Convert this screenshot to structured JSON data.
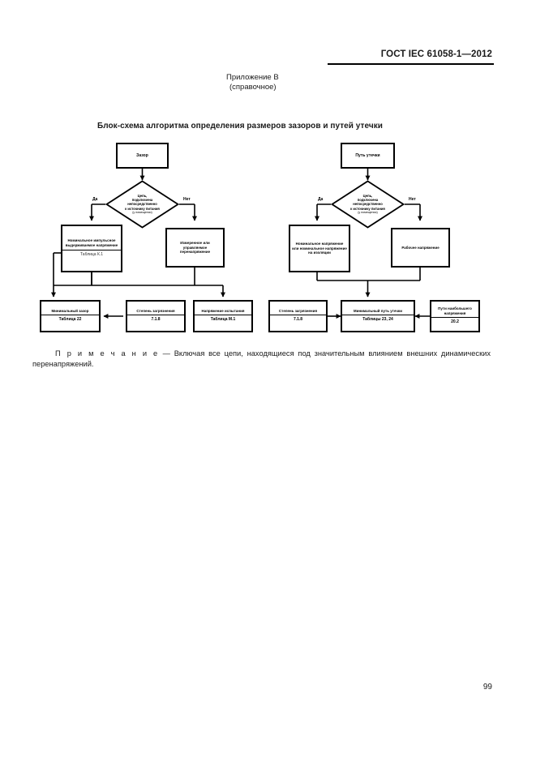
{
  "document": {
    "header_standard": "ГОСТ IEC 61058-1—2012",
    "annex_title": "Приложение В",
    "annex_subtitle": "(справочное)",
    "page_number": "99"
  },
  "chart": {
    "title": "Блок-схема алгоритма определения размеров зазоров и путей утечки",
    "branches": {
      "yes": "Да",
      "no": "Нет"
    },
    "left": {
      "start": "Зазор",
      "decision": {
        "line1": "Цепь,",
        "line2": "подключена",
        "line3": "непосредственно",
        "line4": "к источнику питания",
        "line5": "(у помещении)"
      },
      "yes_node": {
        "caption": "Номинальное импульсное выдерживаемое напряжение",
        "ref": "Таблица К.1"
      },
      "no_node": {
        "caption": "Измеренное или управляемое перенапряжение",
        "ref": ""
      },
      "result": {
        "caption": "Минимальный зазор",
        "ref": "Таблица 22"
      },
      "pollution": {
        "caption": "Степень загрязнения",
        "ref": "7.1.8"
      },
      "test": {
        "caption": "Напряжение испытания",
        "ref": "Таблица М.1"
      }
    },
    "right": {
      "start": "Путь утечки",
      "decision": {
        "line1": "Цепь,",
        "line2": "подключена",
        "line3": "непосредственно",
        "line4": "к источнику питания",
        "line5": "(у помещении)"
      },
      "yes_node": {
        "caption": "Номинальное напряжение или номинальное напряжение на изоляции",
        "ref": ""
      },
      "no_node": {
        "caption": "Рабочее напряжение",
        "ref": ""
      },
      "pollution": {
        "caption": "Степень загрязнения",
        "ref": "7.1.8"
      },
      "result": {
        "caption": "Минимальный путь утечки",
        "ref": "Таблицы 23, 24"
      },
      "peak": {
        "caption": "Пути наибольшего напряжения",
        "ref": "20.2"
      }
    }
  },
  "note": {
    "lead": "П р и м е ч а н и е",
    "dash": " — ",
    "text": "Включая все цепи, находящиеся под значительным влиянием внешних динамических перенапряжений."
  }
}
